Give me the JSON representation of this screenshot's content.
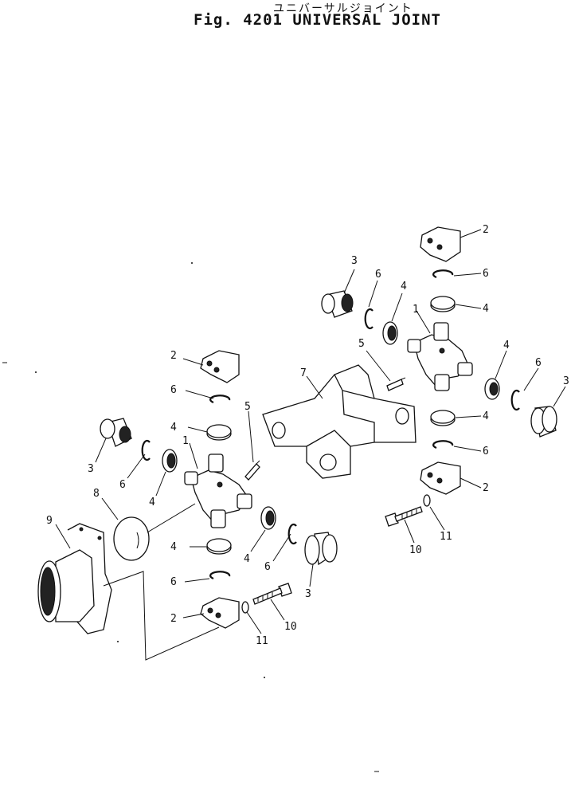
{
  "title_jp": "ユニバーサルジョイント",
  "title_en": "Fig. 4201 UNIVERSAL JOINT",
  "callouts": [
    "1",
    "1",
    "2",
    "2",
    "2",
    "2",
    "3",
    "3",
    "3",
    "3",
    "4",
    "4",
    "4",
    "4",
    "4",
    "4",
    "4",
    "4",
    "5",
    "5",
    "6",
    "6",
    "6",
    "6",
    "6",
    "6",
    "6",
    "6",
    "7",
    "8",
    "9",
    "10",
    "10",
    "11",
    "11"
  ]
}
